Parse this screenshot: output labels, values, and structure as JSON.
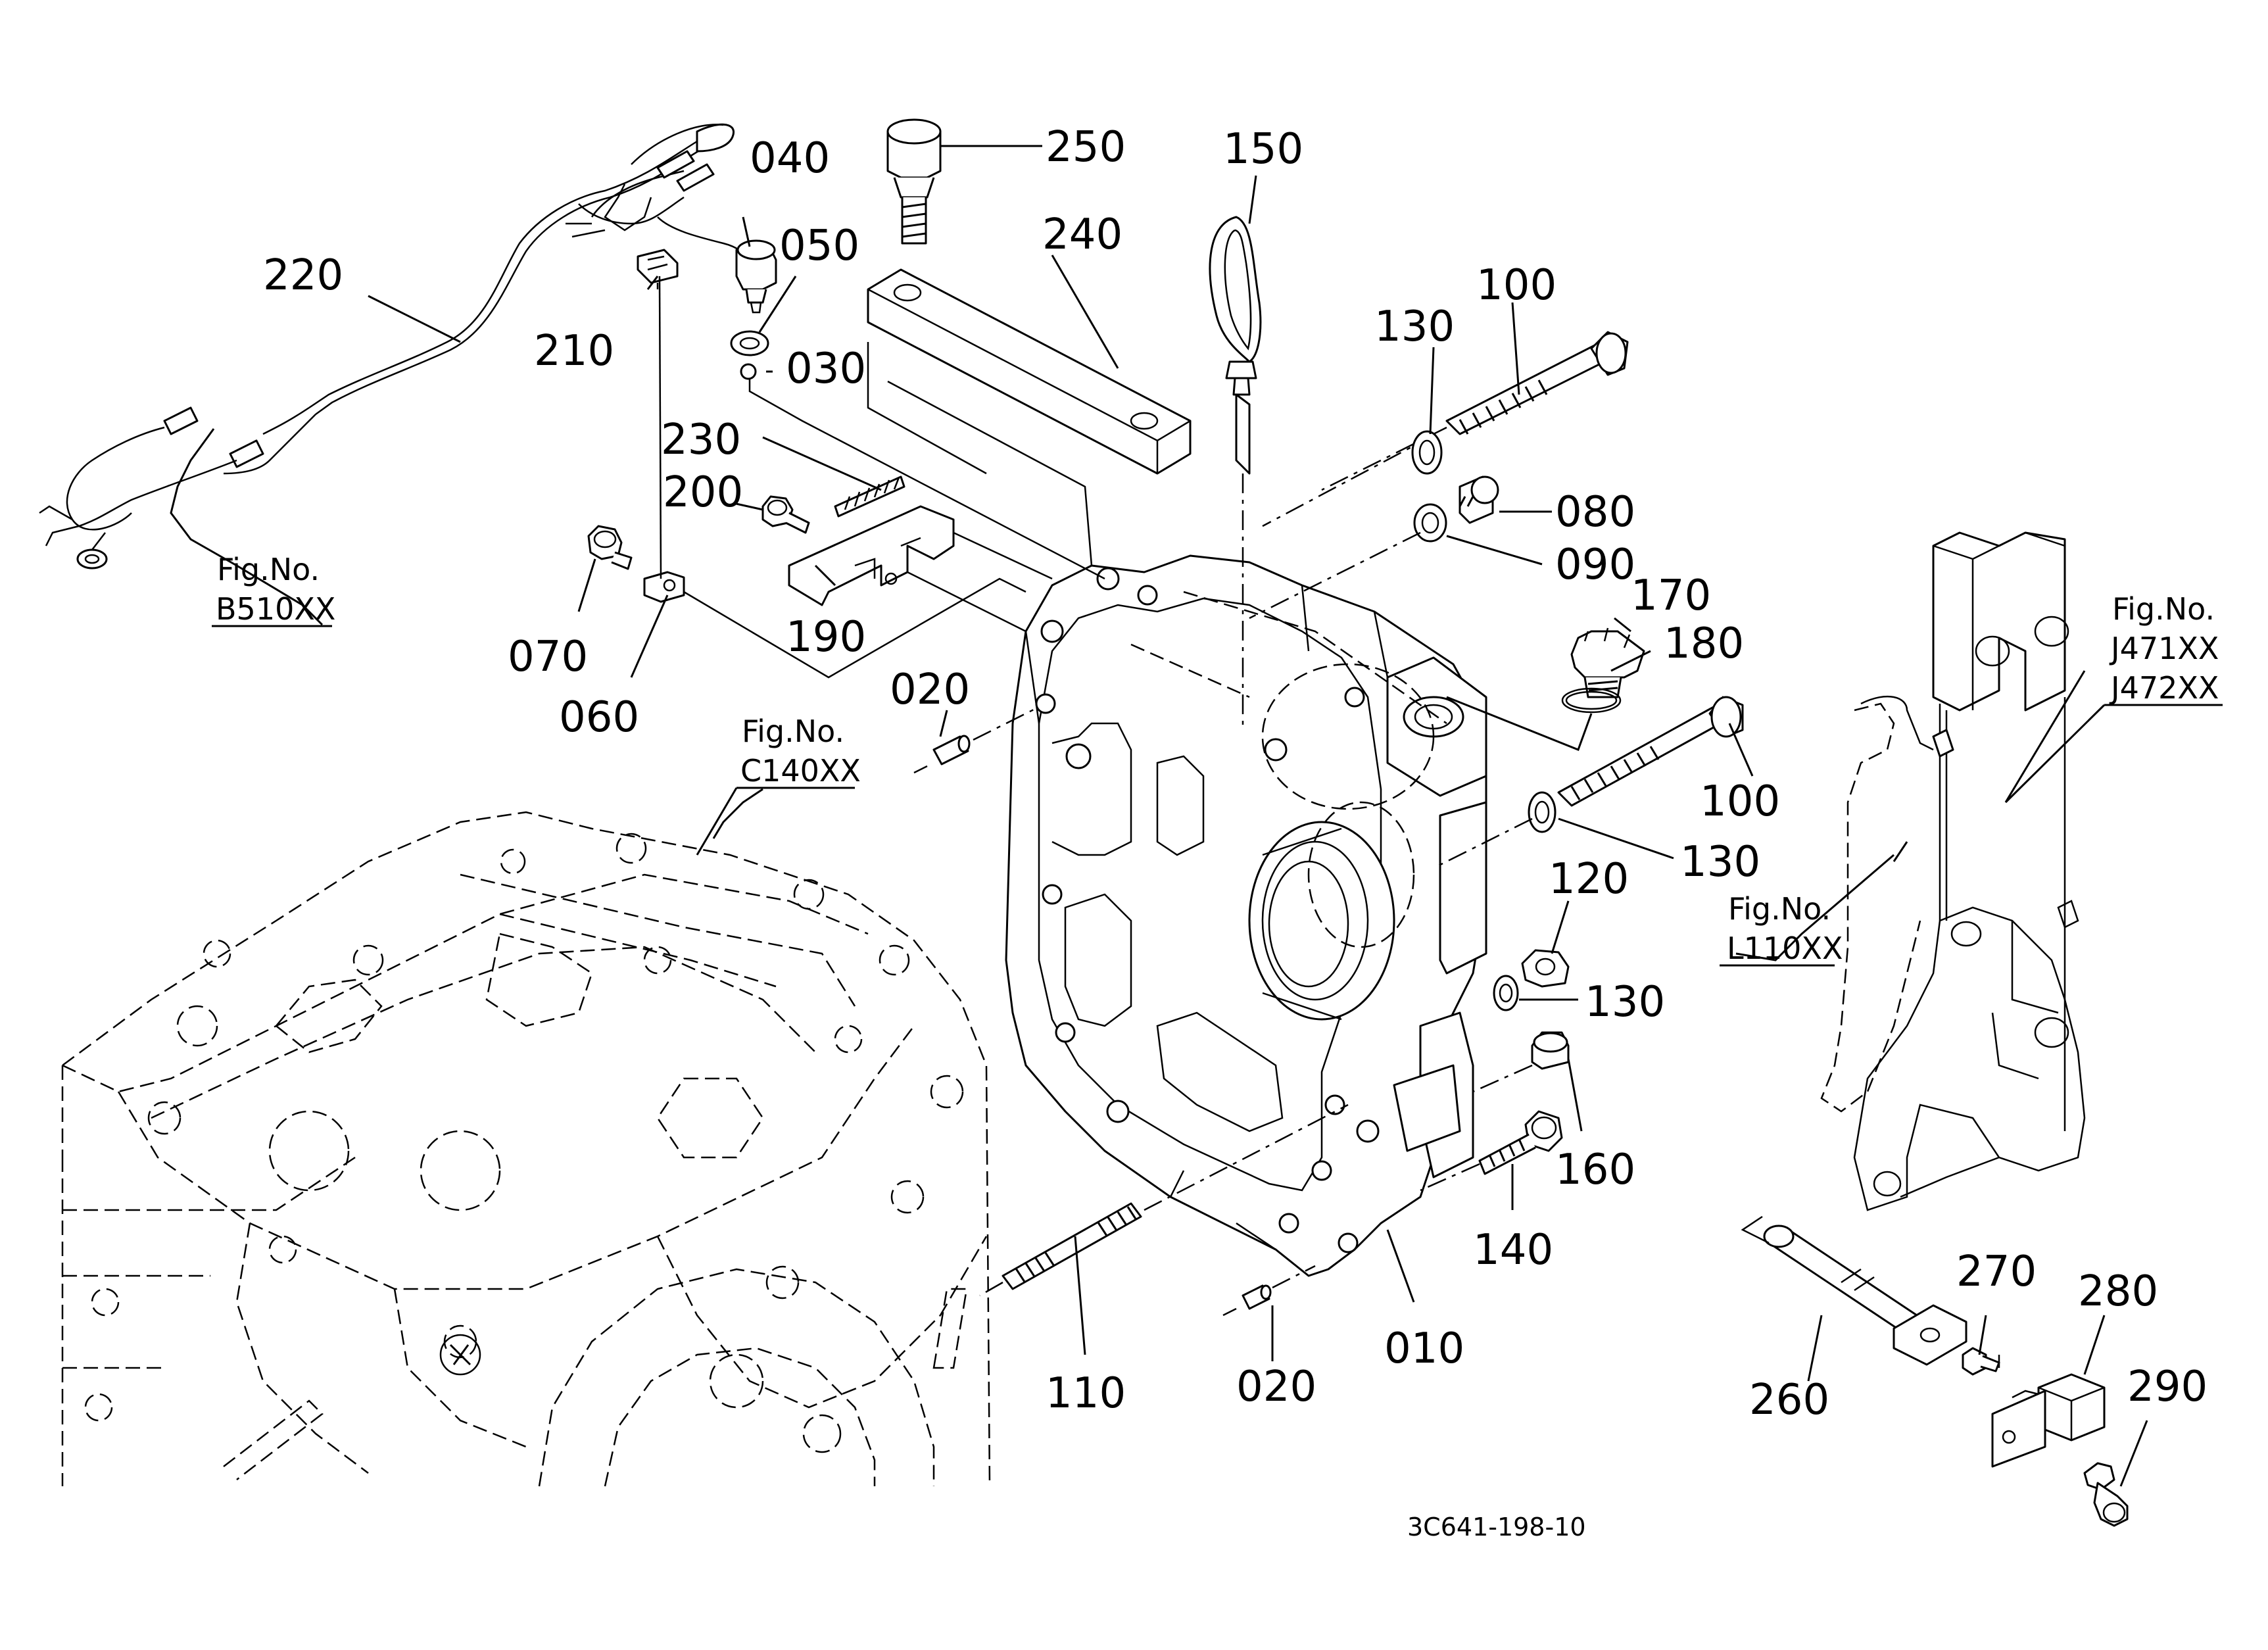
{
  "drawing": {
    "number": "3C641-198-10"
  },
  "callouts": {
    "p010": "010",
    "p020a": "020",
    "p020b": "020",
    "p030": "030",
    "p040": "040",
    "p050": "050",
    "p060": "060",
    "p070": "070",
    "p080": "080",
    "p090": "090",
    "p100a": "100",
    "p100b": "100",
    "p110": "110",
    "p120": "120",
    "p130a": "130",
    "p130b": "130",
    "p130c": "130",
    "p140": "140",
    "p150": "150",
    "p160": "160",
    "p170": "170",
    "p180": "180",
    "p190": "190",
    "p200": "200",
    "p210": "210",
    "p220": "220",
    "p230": "230",
    "p240": "240",
    "p250": "250",
    "p260": "260",
    "p270": "270",
    "p280": "280",
    "p290": "290"
  },
  "figure_refs": {
    "b510": {
      "label": "Fig.No.",
      "code": "B510XX"
    },
    "c140": {
      "label": "Fig.No.",
      "code": "C140XX"
    },
    "j471": {
      "label": "Fig.No.",
      "code1": "J471XX",
      "code2": "J472XX"
    },
    "l110": {
      "label": "Fig.No.",
      "code": "L110XX"
    }
  }
}
